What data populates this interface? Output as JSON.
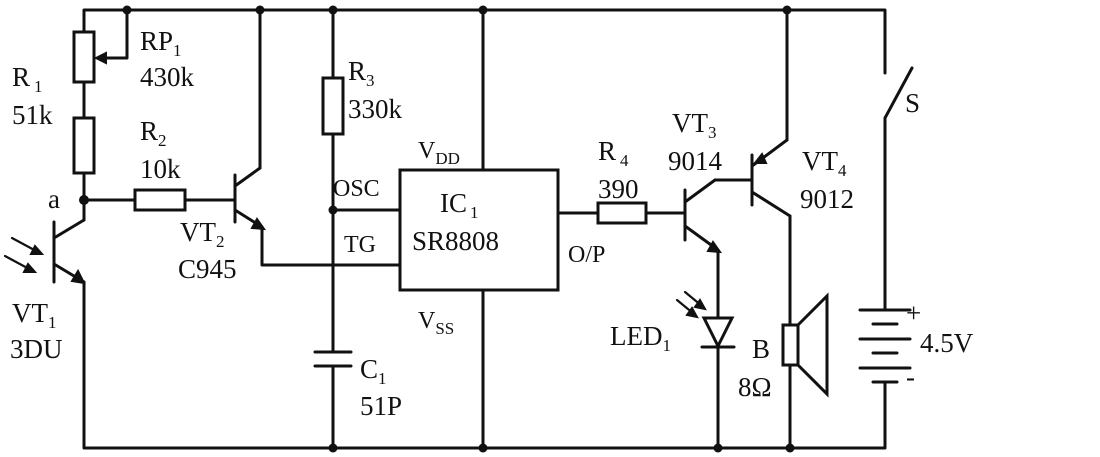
{
  "components": {
    "RP1": {
      "ref": "RP",
      "sub": "1",
      "value": "430k"
    },
    "R1": {
      "ref": "R",
      "sub": "1",
      "value": "51k"
    },
    "R2": {
      "ref": "R",
      "sub": "2",
      "value": "10k"
    },
    "R3": {
      "ref": "R",
      "sub": "3",
      "value": "330k"
    },
    "R4": {
      "ref": "R",
      "sub": "4",
      "value": "390"
    },
    "C1": {
      "ref": "C",
      "sub": "1",
      "value": "51P"
    },
    "VT1": {
      "ref": "VT",
      "sub": "1",
      "value": "3DU"
    },
    "VT2": {
      "ref": "VT",
      "sub": "2",
      "value": "C945"
    },
    "VT3": {
      "ref": "VT",
      "sub": "3",
      "value": "9014"
    },
    "VT4": {
      "ref": "VT",
      "sub": "4",
      "value": "9012"
    },
    "IC1": {
      "ref": "IC",
      "sub": "1",
      "value": "SR8808"
    },
    "LED1": {
      "ref": "LED",
      "sub": "1"
    },
    "B": {
      "ref": "B",
      "value": "8Ω"
    },
    "S": {
      "ref": "S"
    },
    "battery": {
      "value": "4.5V",
      "plus": "+",
      "minus": "-"
    }
  },
  "ic_pins": {
    "vdd": "V",
    "vdd_sub": "DD",
    "vss": "V",
    "vss_sub": "SS",
    "osc": "OSC",
    "tg": "TG",
    "op": "O/P"
  },
  "nodes": {
    "a": "a"
  }
}
